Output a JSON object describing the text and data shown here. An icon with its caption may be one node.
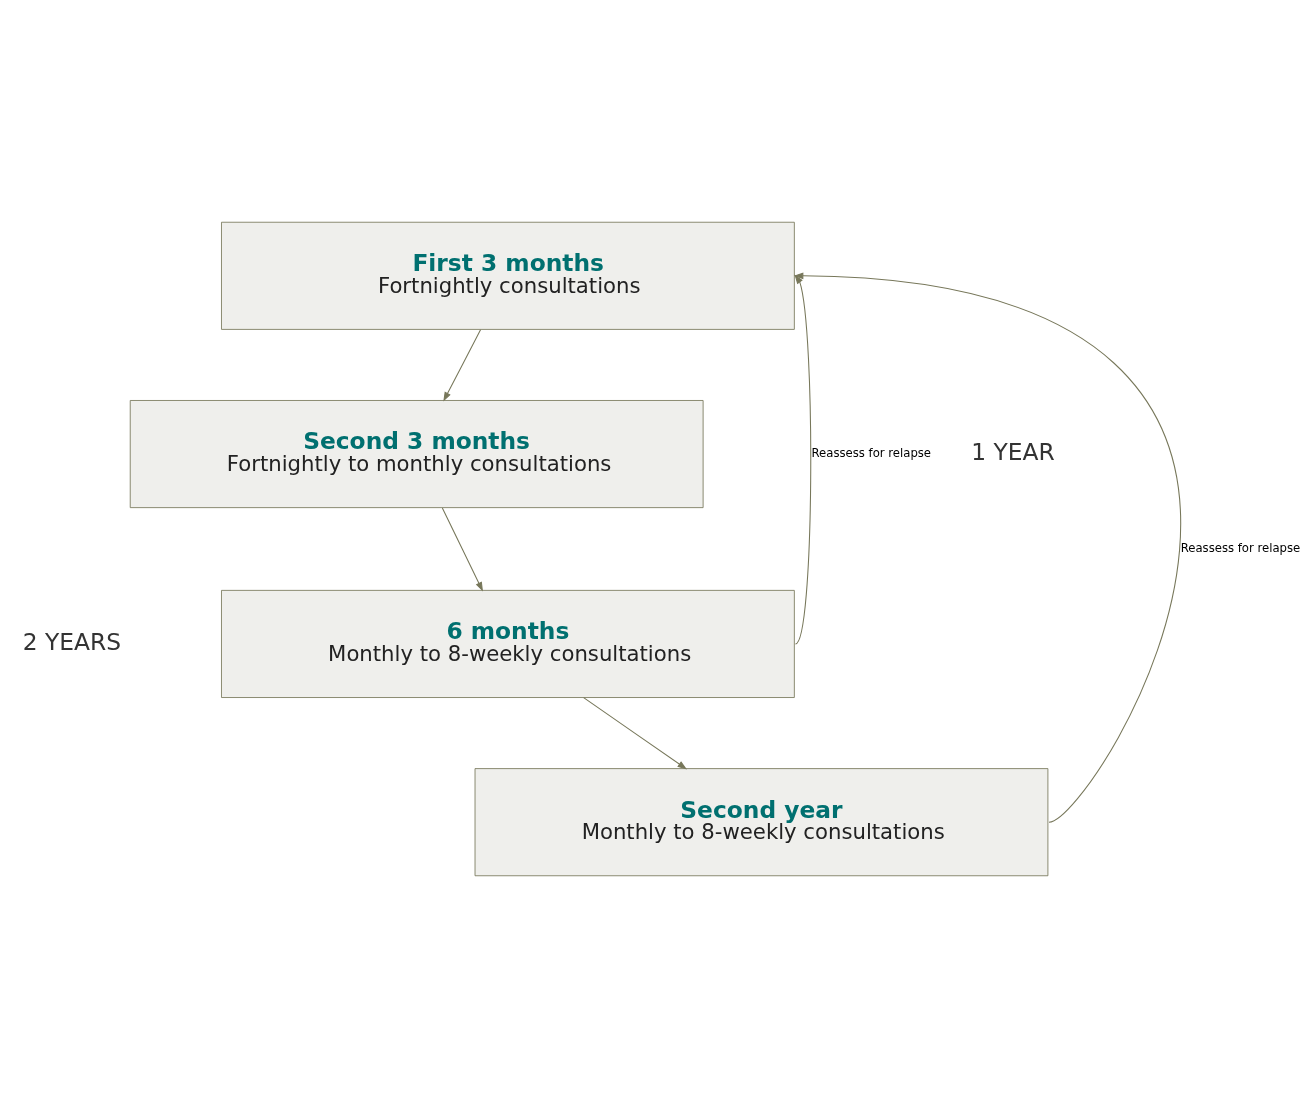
{
  "diagram": {
    "nodes": [
      {
        "text": [
          "First 3 months",
          "Fortnightly consultations"
        ]
      },
      {
        "text": [
          "Second 3 months",
          "Fortnightly to monthly consultations"
        ]
      },
      {
        "text": [
          "6 months",
          "Monthly to 8-weekly consultations"
        ]
      },
      {
        "text": [
          "Second year",
          "Monthly to 8-weekly consultations"
        ]
      }
    ],
    "edges": [
      {
        "from": 0,
        "to": 1,
        "arrow": "to"
      },
      {
        "from": 1,
        "to": 2,
        "arrow": "to"
      },
      {
        "from": 2,
        "to": 3,
        "arrow": "to"
      },
      {
        "from": 2,
        "to": 0,
        "arrow": "to",
        "label": "Reassess for relapse"
      },
      {
        "from": 3,
        "to": 0,
        "arrow": "to",
        "label": "Reassess for relapse"
      }
    ],
    "labels": [
      "2 YEARS",
      "1 YEAR"
    ]
  }
}
